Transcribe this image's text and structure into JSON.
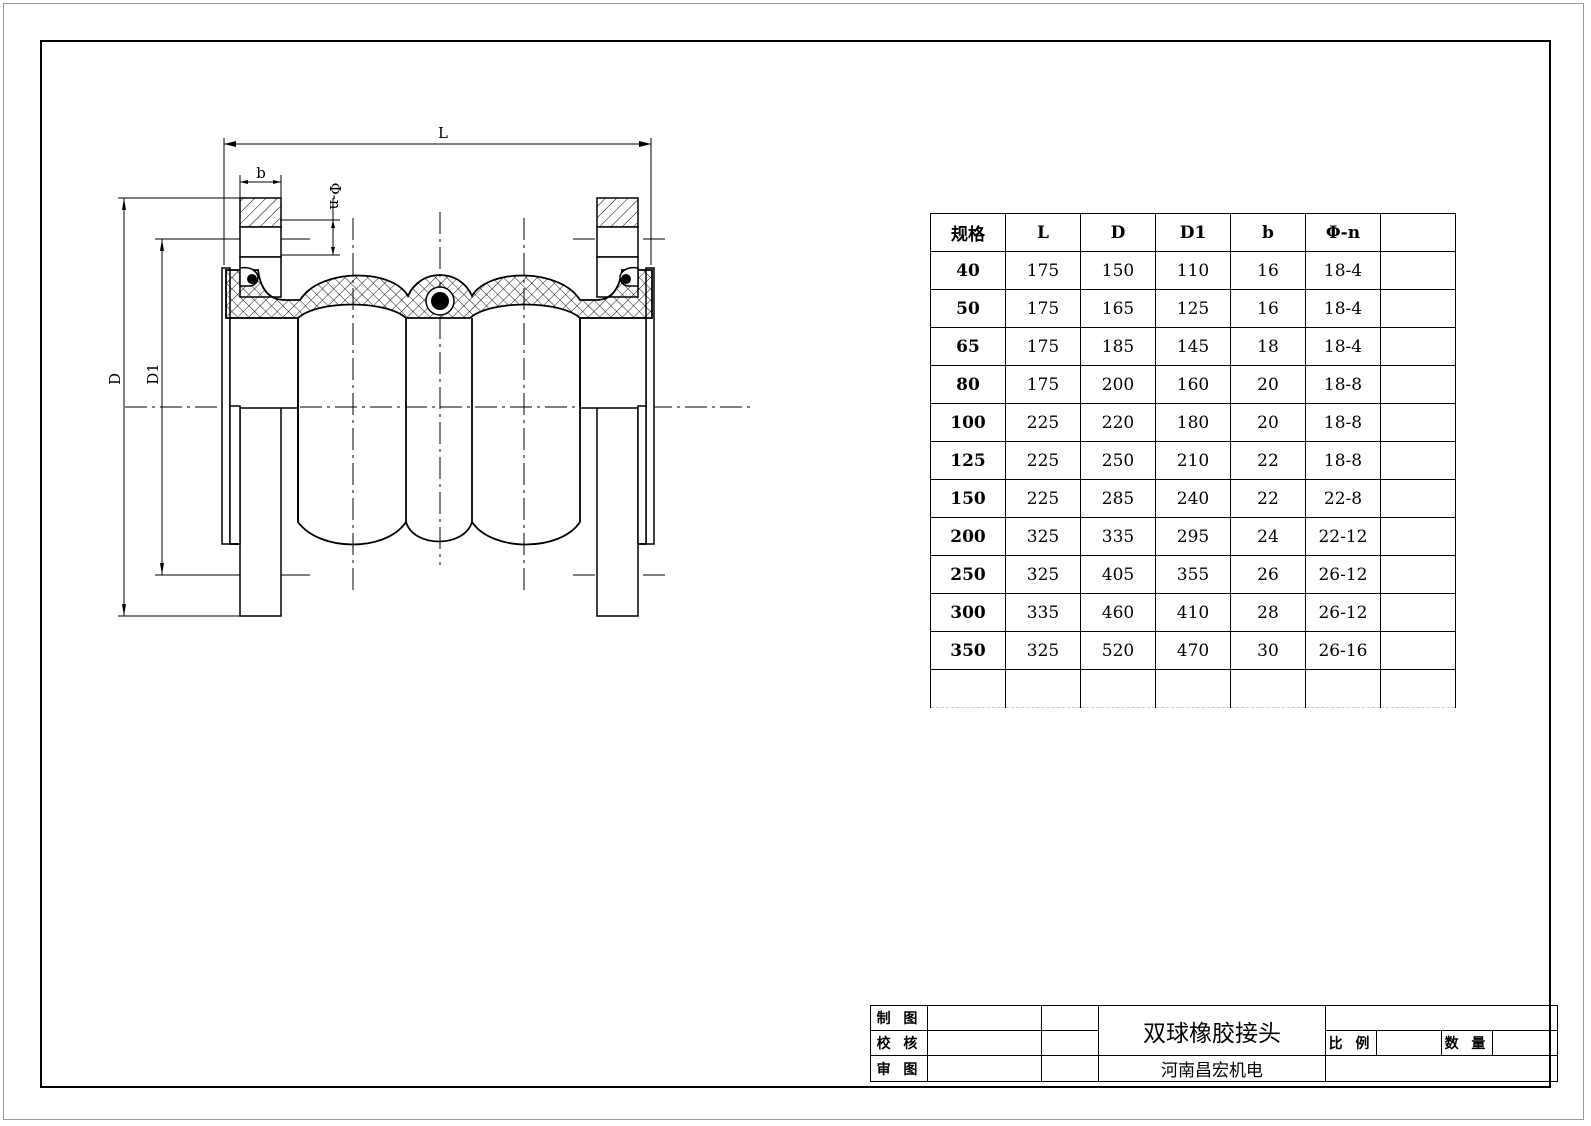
{
  "drawing": {
    "dim_L": "L",
    "dim_b": "b",
    "dim_phi_n": "Φ-n",
    "dim_D": "D",
    "dim_D1": "D1"
  },
  "spec_table": {
    "headers": [
      "规格",
      "L",
      "D",
      "D1",
      "b",
      "Φ-n"
    ],
    "rows": [
      [
        "40",
        "175",
        "150",
        "110",
        "16",
        "18-4"
      ],
      [
        "50",
        "175",
        "165",
        "125",
        "16",
        "18-4"
      ],
      [
        "65",
        "175",
        "185",
        "145",
        "18",
        "18-4"
      ],
      [
        "80",
        "175",
        "200",
        "160",
        "20",
        "18-8"
      ],
      [
        "100",
        "225",
        "220",
        "180",
        "20",
        "18-8"
      ],
      [
        "125",
        "225",
        "250",
        "210",
        "22",
        "18-8"
      ],
      [
        "150",
        "225",
        "285",
        "240",
        "22",
        "22-8"
      ],
      [
        "200",
        "325",
        "335",
        "295",
        "24",
        "22-12"
      ],
      [
        "250",
        "325",
        "405",
        "355",
        "26",
        "26-12"
      ],
      [
        "300",
        "335",
        "460",
        "410",
        "28",
        "26-12"
      ],
      [
        "350",
        "325",
        "520",
        "470",
        "30",
        "26-16"
      ]
    ]
  },
  "title_block": {
    "drawn_by_label": "制 图",
    "checked_by_label": "校 核",
    "approved_by_label": "审 图",
    "title": "双球橡胶接头",
    "company": "河南昌宏机电",
    "scale_label": "比 例",
    "quantity_label": "数 量"
  }
}
